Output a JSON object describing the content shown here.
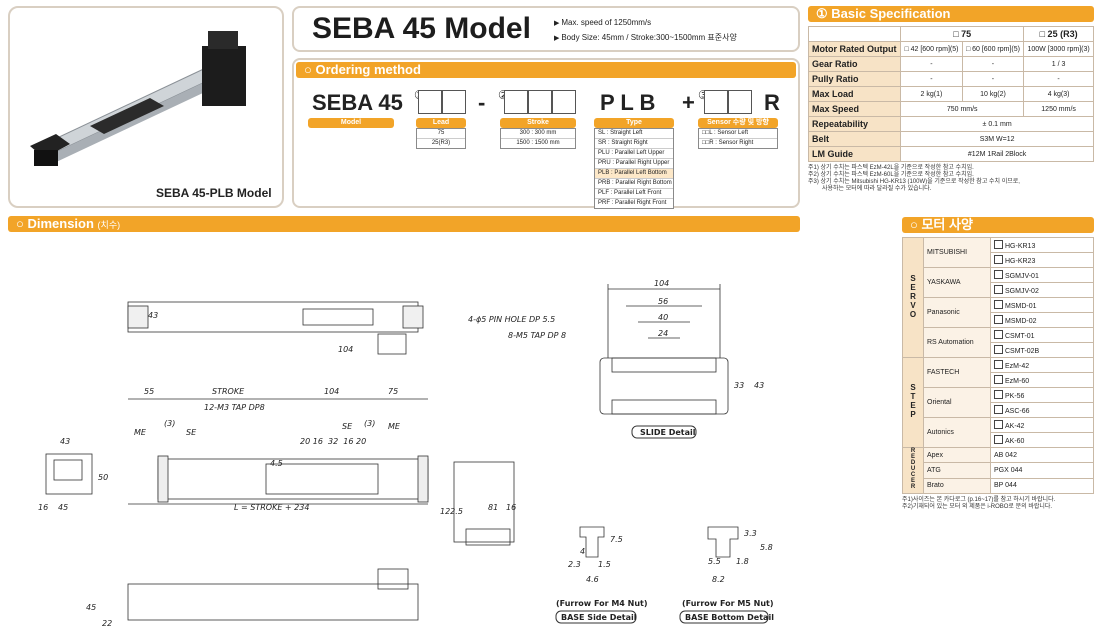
{
  "product_caption": "SEBA 45-PLB Model",
  "title": "SEBA 45 Model",
  "bullets": [
    "Max. speed of 1250mm/s",
    "Body Size: 45mm / Stroke:300~1500mm 표준사양"
  ],
  "ordering": {
    "header": "○ Ordering method",
    "model_code": "SEBA 45",
    "circles": [
      "①",
      "②",
      "③"
    ],
    "dash": "-",
    "type_code": "P L B",
    "plus": "+",
    "r_code": "R",
    "labels": {
      "model": "Model",
      "lead": "Lead",
      "stroke": "Stroke",
      "type": "Type",
      "sensor": "Sensor 수량 및 방향"
    },
    "lead_options": [
      "75",
      "25(R3)"
    ],
    "stroke_options": [
      "300 : 300 mm",
      "1500 : 1500 mm"
    ],
    "type_options": [
      "SL : Straight Left",
      "SR : Straight Right",
      "PLU : Parallel Left Upper",
      "PRU : Parallel Right Upper",
      "PLB : Parallel Left Bottom",
      "PRB : Parallel Right Bottom",
      "PLF : Parallel Left Front",
      "PRF : Parallel Right Front"
    ],
    "sensor_options": [
      "□□L : Sensor Left",
      "□□R : Sensor Right"
    ]
  },
  "basic_spec": {
    "header": "① Basic Specification",
    "columns": [
      "",
      "□ 75",
      "□ 25 (R3)"
    ],
    "rows": [
      {
        "label": "Motor Rated Output",
        "cells": [
          "□ 42 [600 rpm](5)",
          "□ 60 [600 rpm](5)",
          "100W [3000 rpm](3)"
        ]
      },
      {
        "label": "Gear Ratio",
        "cells": [
          "-",
          "-",
          "1 / 3"
        ]
      },
      {
        "label": "Pully Ratio",
        "cells": [
          "-",
          "-",
          "-"
        ]
      },
      {
        "label": "Max Load",
        "cells": [
          "2 kg(1)",
          "10 kg(2)",
          "4 kg(3)"
        ]
      },
      {
        "label": "Max Speed",
        "cells": [
          "750 mm/s",
          "1250 mm/s"
        ]
      },
      {
        "label": "Repeatability",
        "cells": [
          "± 0.1 mm"
        ]
      },
      {
        "label": "Belt",
        "cells": [
          "S3M W=12"
        ]
      },
      {
        "label": "LM Guide",
        "cells": [
          "#12M 1Rail 2Block"
        ]
      }
    ],
    "notes": [
      "주1) 상기 수치는 파스텍 EzM-42L을 기준으로 작성한 참고 수치임.",
      "주2) 상기 수치는 파스텍 EzM-60L을 기준으로 작성한 참고 수치임.",
      "주3) 상기 수치는 Mitsubishi HG-KR13 (100W)을 기준으로 작성한 참고 수치 이므로,",
      "사용하는 모터에 따라 달라질 수가 있습니다."
    ]
  },
  "dimension": {
    "header": "○ Dimension",
    "header_small": "(치수)",
    "labels": {
      "top_43": "43",
      "top_104": "104",
      "d55": "55",
      "stroke": "STROKE",
      "d104": "104",
      "d75": "75",
      "tap": "12-M3 TAP DP8",
      "three_l": "(3)",
      "three_r": "(3)",
      "me_l": "ME",
      "se_l": "SE",
      "se_r": "SE",
      "me_r": "ME",
      "small_dims": "20 16  32  16 20",
      "d45": "4.5",
      "l_stroke": "L = STROKE + 234",
      "s43": "43",
      "s50": "50",
      "s16": "16",
      "s45": "45",
      "h1225": "122.5",
      "d81": "81",
      "d16": "16",
      "b45": "45",
      "b22": "22",
      "pin": "4-ϕ5 PIN HOLE DP 5.5",
      "tap8": "8-M5 TAP DP 8",
      "w104": "104",
      "w56": "56",
      "w40": "40",
      "w24": "24",
      "h33": "33",
      "h43": "43",
      "slide": "SLIDE Detail",
      "m4a": "4",
      "m4b": "7.5",
      "m4c": "2.3",
      "m4d": "1.5",
      "m4e": "4.6",
      "m5a": "3.3",
      "m5b": "5.8",
      "m5c": "5.5",
      "m5d": "1.8",
      "m5e": "8.2",
      "furrow4": "(Furrow For M4 Nut)",
      "side_detail": "BASE Side Detail",
      "furrow5": "(Furrow For M5 Nut)",
      "bottom_detail": "BASE Bottom Detail"
    }
  },
  "motor_spec": {
    "header": "○ 모터 사양",
    "groups": [
      {
        "name": "SERVO",
        "vendors": [
          {
            "name": "MITSUBISHI",
            "models": [
              "HG-KR13",
              "HG-KR23"
            ]
          },
          {
            "name": "YASKAWA",
            "models": [
              "SGMJV-01",
              "SGMJV-02"
            ]
          },
          {
            "name": "Panasonic",
            "models": [
              "MSMD-01",
              "MSMD-02"
            ]
          },
          {
            "name": "RS Automation",
            "models": [
              "CSMT-01",
              "CSMT-02B"
            ]
          }
        ]
      },
      {
        "name": "STEP",
        "vendors": [
          {
            "name": "FASTECH",
            "models": [
              "EzM-42",
              "EzM-60"
            ]
          },
          {
            "name": "Oriental",
            "models": [
              "PK-56",
              "ASC-66"
            ]
          },
          {
            "name": "Autonics",
            "models": [
              "AK-42",
              "AK-60"
            ]
          }
        ]
      },
      {
        "name": "REDUCER",
        "vendors": [
          {
            "name": "Apex",
            "models": [
              "AB 042"
            ]
          },
          {
            "name": "ATG",
            "models": [
              "PGX 044"
            ]
          },
          {
            "name": "Brato",
            "models": [
              "BP 044"
            ]
          }
        ]
      }
    ],
    "notes": [
      "주1)사이즈는 본 카다로그 (p.16~17)를 참고 하시기 바랍니다.",
      "주2)기재되어 있는 모터 외 제품은 i-ROBO로 문의 바랍니다."
    ]
  }
}
